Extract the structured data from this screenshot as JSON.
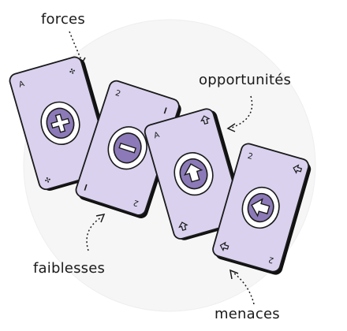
{
  "labels": {
    "forces": "forces",
    "opportunities": "opportunités",
    "weaknesses": "faiblesses",
    "threats": "menaces"
  },
  "cards": [
    {
      "name": "forces",
      "corner": "A",
      "symbol": "plus"
    },
    {
      "name": "faiblesses",
      "corner": "2",
      "symbol": "minus"
    },
    {
      "name": "opportunites",
      "corner": "A",
      "symbol": "arrow-up"
    },
    {
      "name": "menaces",
      "corner": "2",
      "symbol": "arrow-left"
    }
  ],
  "colors": {
    "card_fill": "#d9d1ee",
    "card_stroke": "#1a1a1a",
    "card_shadow": "#111111",
    "symbol_fill": "#8c7ab8",
    "background_circle": "#f4f4f4",
    "text": "#1a1a1a"
  }
}
